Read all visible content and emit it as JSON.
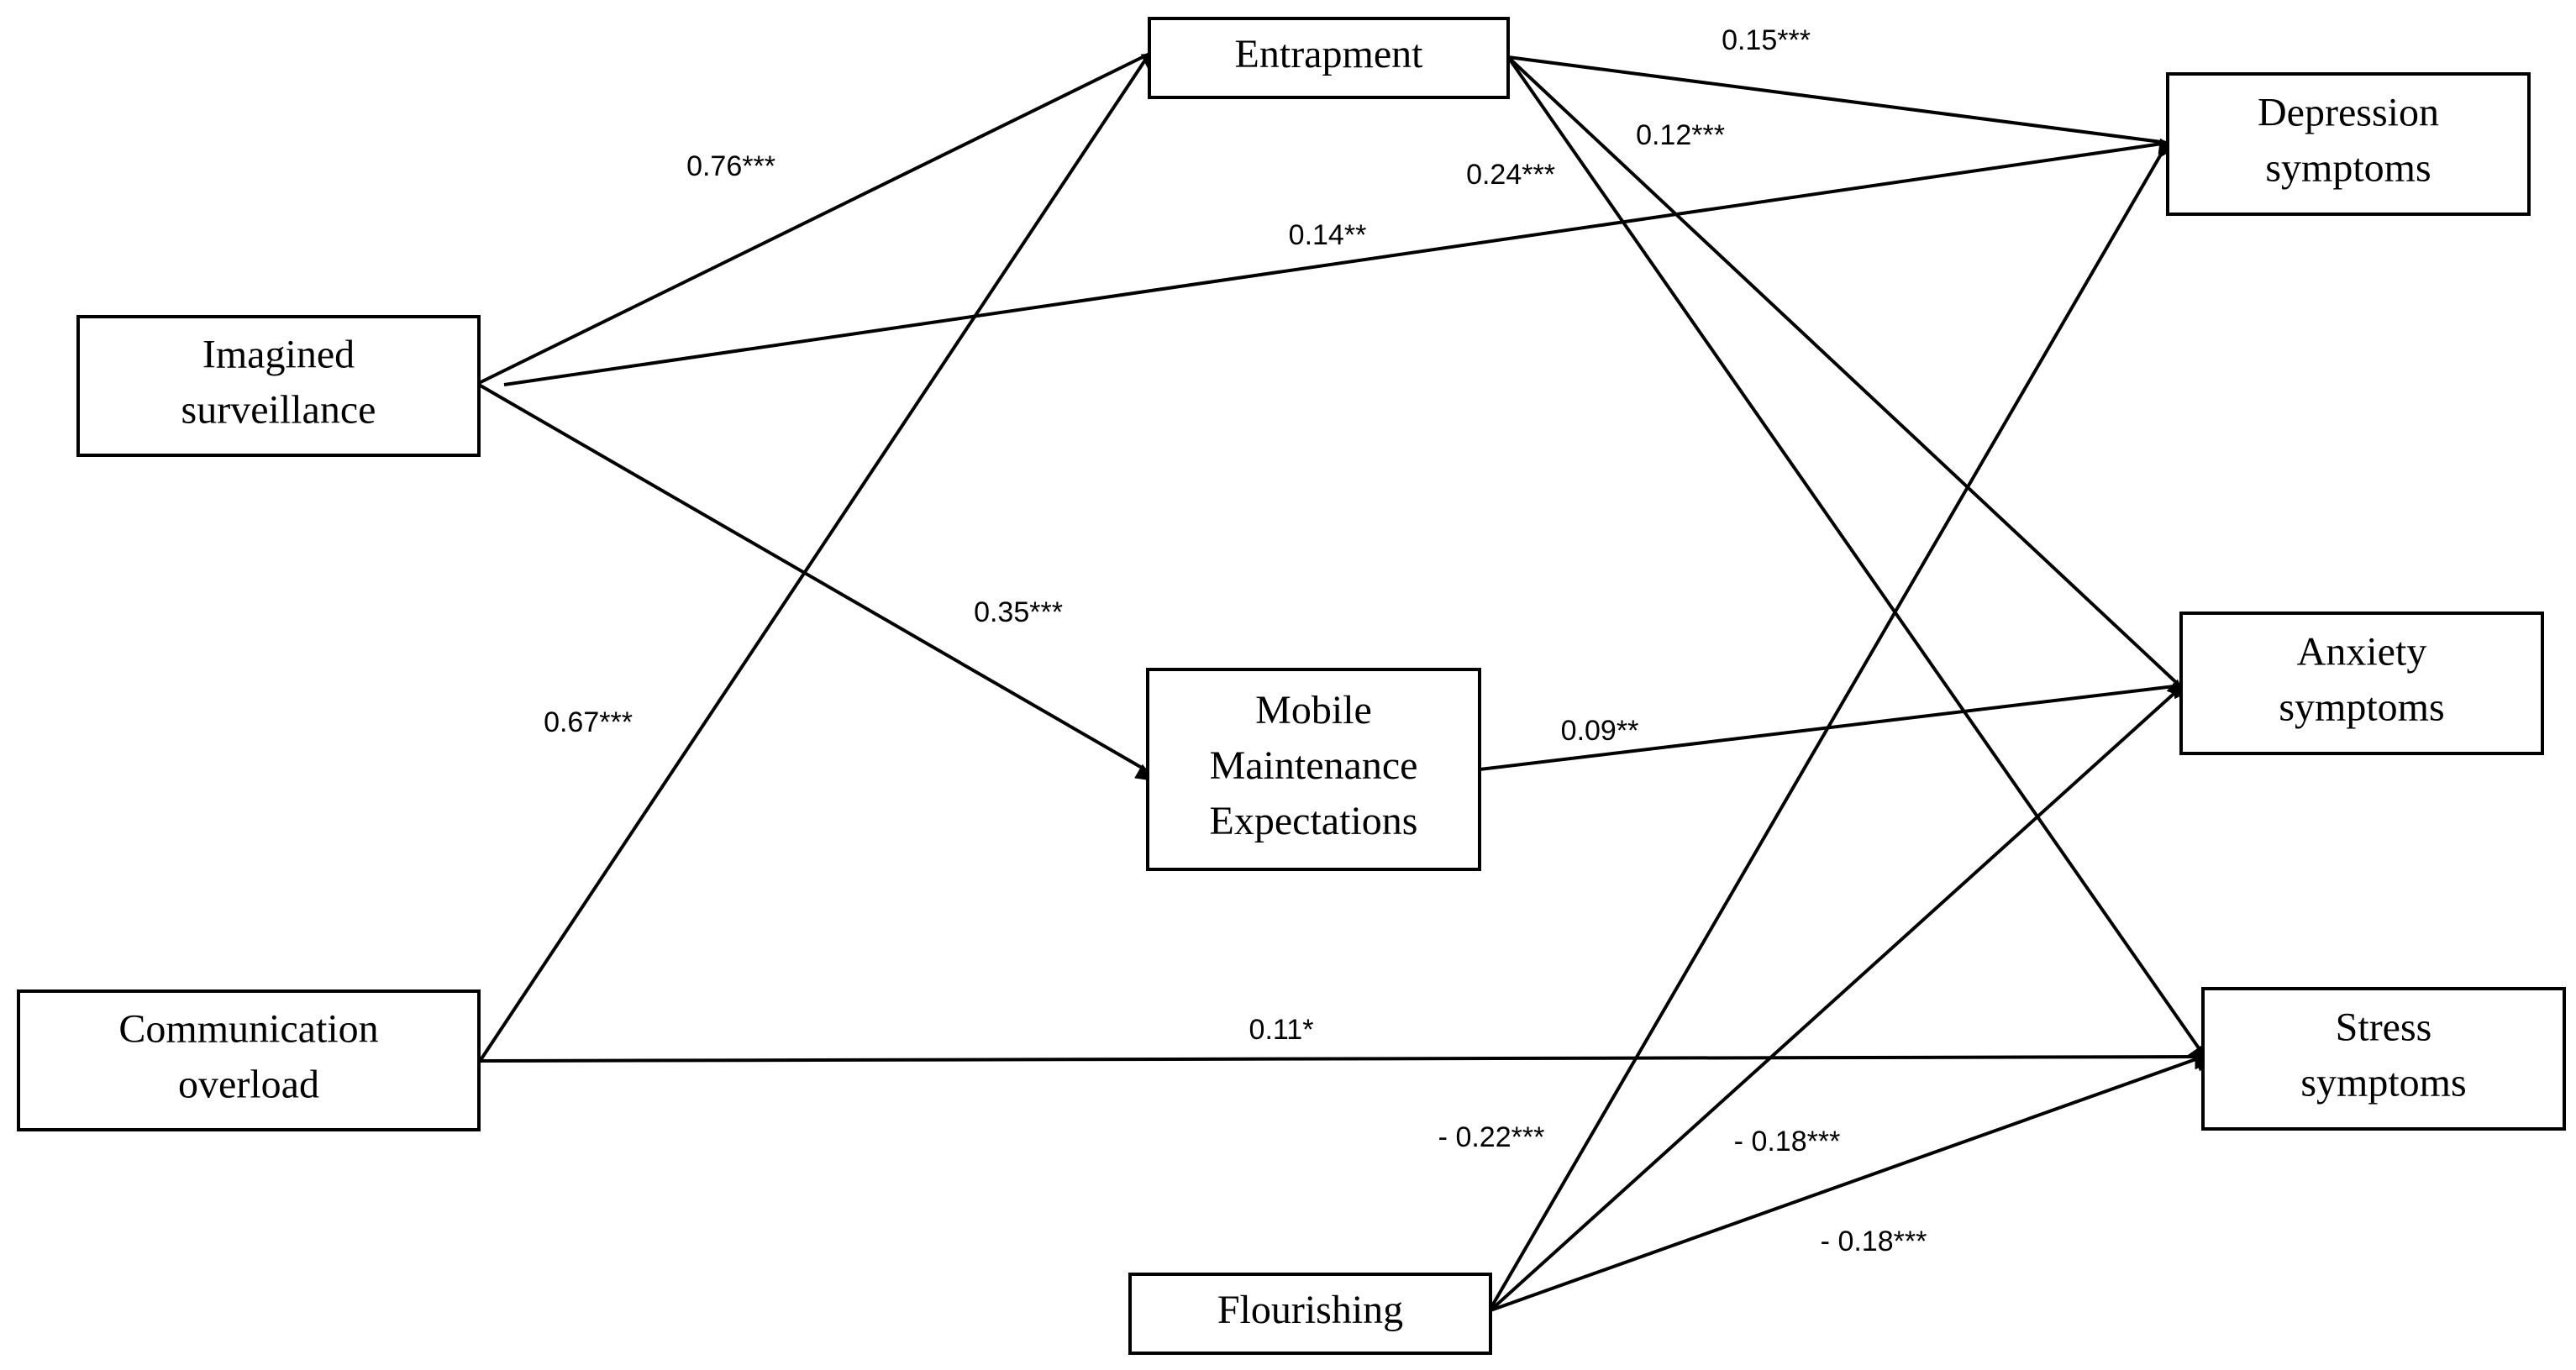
{
  "nodes": {
    "entrapment": {
      "lines": [
        "Entrapment"
      ]
    },
    "imagined_surveillance": {
      "lines": [
        "Imagined",
        "surveillance"
      ]
    },
    "communication_overload": {
      "lines": [
        "Communication",
        "overload"
      ]
    },
    "mobile_maintenance": {
      "lines": [
        "Mobile",
        "Maintenance",
        "Expectations"
      ]
    },
    "flourishing": {
      "lines": [
        "Flourishing"
      ]
    },
    "depression": {
      "lines": [
        "Depression",
        "symptoms"
      ]
    },
    "anxiety": {
      "lines": [
        "Anxiety",
        "symptoms"
      ]
    },
    "stress": {
      "lines": [
        "Stress",
        "symptoms"
      ]
    }
  },
  "edges": [
    {
      "from": "imagined_surveillance",
      "to": "entrapment",
      "label": "0.76***"
    },
    {
      "from": "imagined_surveillance",
      "to": "depression",
      "label": "0.14**"
    },
    {
      "from": "imagined_surveillance",
      "to": "mobile_maintenance",
      "label": "0.35***"
    },
    {
      "from": "communication_overload",
      "to": "entrapment",
      "label": "0.67***"
    },
    {
      "from": "communication_overload",
      "to": "stress",
      "label": "0.11*"
    },
    {
      "from": "entrapment",
      "to": "depression",
      "label": "0.15***"
    },
    {
      "from": "entrapment",
      "to": "anxiety",
      "label": "0.12***"
    },
    {
      "from": "entrapment",
      "to": "stress",
      "label": "0.24***"
    },
    {
      "from": "mobile_maintenance",
      "to": "anxiety",
      "label": "0.09**"
    },
    {
      "from": "flourishing",
      "to": "depression",
      "label": "- 0.22***"
    },
    {
      "from": "flourishing",
      "to": "anxiety",
      "label": "- 0.18***"
    },
    {
      "from": "flourishing",
      "to": "stress",
      "label": "- 0.18***"
    }
  ],
  "colors": {
    "stroke": "#000000",
    "background": "#ffffff"
  }
}
